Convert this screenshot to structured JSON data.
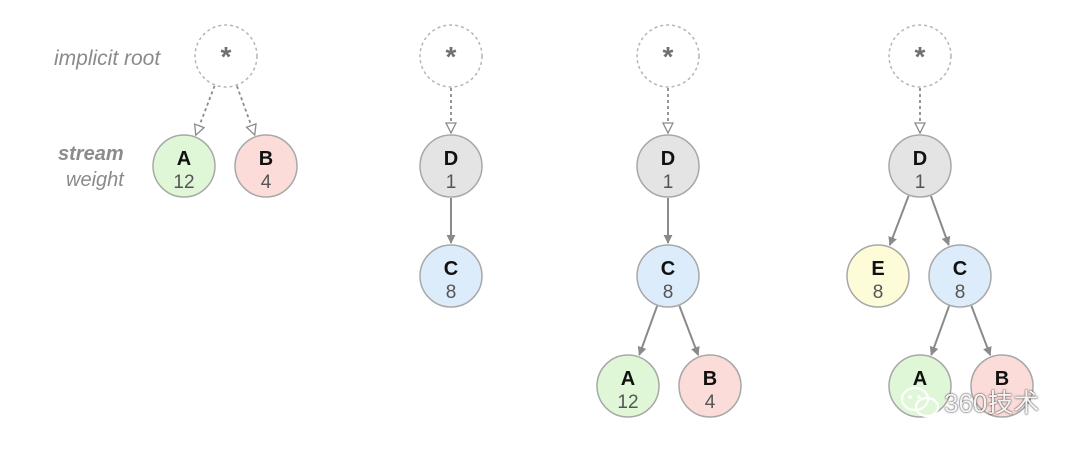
{
  "labels": {
    "root": "implicit root",
    "stream": "stream",
    "weight": "weight"
  },
  "watermark": "360技术",
  "colors": {
    "green": "#dff7d6",
    "red": "#fbdcd9",
    "gray": "#e4e4e4",
    "blue": "#dcecfb",
    "yellow": "#fdfbd8",
    "stroke": "#a8a8a8",
    "edge": "#8a8a8a",
    "root_stroke": "#b5b5b5"
  },
  "trees": [
    {
      "nodes": [
        {
          "id": "root",
          "name": "*",
          "kind": "root"
        },
        {
          "id": "A",
          "name": "A",
          "weight": "12",
          "color": "green"
        },
        {
          "id": "B",
          "name": "B",
          "weight": "4",
          "color": "red"
        }
      ],
      "edges": [
        {
          "from": "root",
          "to": "A",
          "style": "dashed"
        },
        {
          "from": "root",
          "to": "B",
          "style": "dashed"
        }
      ]
    },
    {
      "nodes": [
        {
          "id": "root",
          "name": "*",
          "kind": "root"
        },
        {
          "id": "D",
          "name": "D",
          "weight": "1",
          "color": "gray"
        },
        {
          "id": "C",
          "name": "C",
          "weight": "8",
          "color": "blue"
        }
      ],
      "edges": [
        {
          "from": "root",
          "to": "D",
          "style": "dashed"
        },
        {
          "from": "D",
          "to": "C",
          "style": "solid"
        }
      ]
    },
    {
      "nodes": [
        {
          "id": "root",
          "name": "*",
          "kind": "root"
        },
        {
          "id": "D",
          "name": "D",
          "weight": "1",
          "color": "gray"
        },
        {
          "id": "C",
          "name": "C",
          "weight": "8",
          "color": "blue"
        },
        {
          "id": "A",
          "name": "A",
          "weight": "12",
          "color": "green"
        },
        {
          "id": "B",
          "name": "B",
          "weight": "4",
          "color": "red"
        }
      ],
      "edges": [
        {
          "from": "root",
          "to": "D",
          "style": "dashed"
        },
        {
          "from": "D",
          "to": "C",
          "style": "solid"
        },
        {
          "from": "C",
          "to": "A",
          "style": "solid"
        },
        {
          "from": "C",
          "to": "B",
          "style": "solid"
        }
      ]
    },
    {
      "nodes": [
        {
          "id": "root",
          "name": "*",
          "kind": "root"
        },
        {
          "id": "D",
          "name": "D",
          "weight": "1",
          "color": "gray"
        },
        {
          "id": "E",
          "name": "E",
          "weight": "8",
          "color": "yellow"
        },
        {
          "id": "C",
          "name": "C",
          "weight": "8",
          "color": "blue"
        },
        {
          "id": "A",
          "name": "A",
          "weight": "",
          "color": "green"
        },
        {
          "id": "B",
          "name": "B",
          "weight": "",
          "color": "red"
        }
      ],
      "edges": [
        {
          "from": "root",
          "to": "D",
          "style": "dashed"
        },
        {
          "from": "D",
          "to": "E",
          "style": "solid"
        },
        {
          "from": "D",
          "to": "C",
          "style": "solid"
        },
        {
          "from": "C",
          "to": "A",
          "style": "solid"
        },
        {
          "from": "C",
          "to": "B",
          "style": "solid"
        }
      ]
    }
  ]
}
